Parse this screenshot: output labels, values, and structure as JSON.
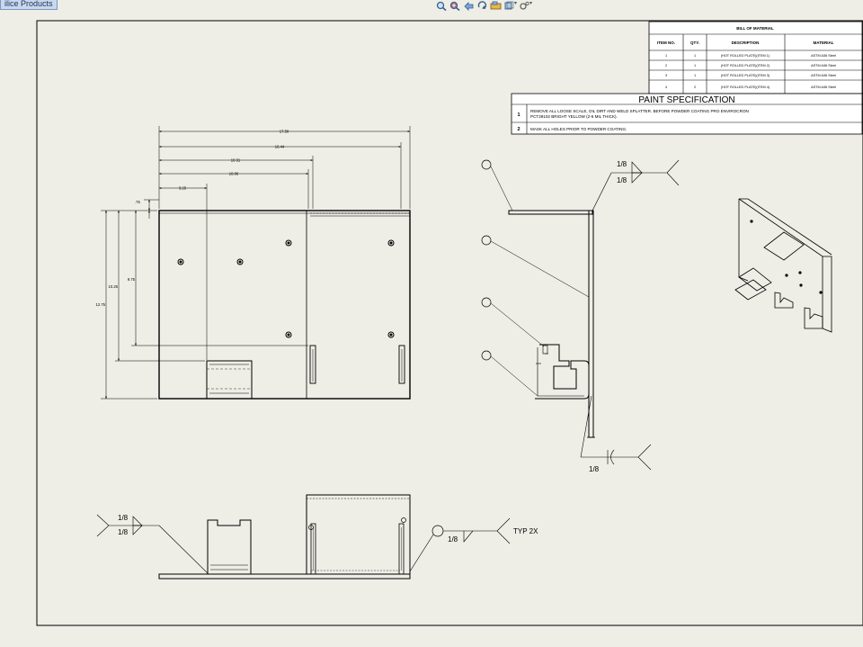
{
  "app": {
    "tab_label": "ilice Products"
  },
  "toolbar": {
    "items": [
      {
        "icon": "zoom-to-fit-icon"
      },
      {
        "icon": "zoom-to-area-icon"
      },
      {
        "icon": "previous-view-icon"
      },
      {
        "icon": "rotate-view-icon"
      },
      {
        "icon": "pan-icon"
      },
      {
        "icon": "display-style-icon"
      },
      {
        "icon": "view-settings-icon"
      }
    ]
  },
  "bom": {
    "title": "BILL OF MATERIAL",
    "headers": [
      "ITEM NO.",
      "QTY.",
      "DESCRIPTION",
      "MATERIAL"
    ],
    "rows": [
      [
        "1",
        "1",
        "(HOT ROLLED PLATE)(ITEM 1)",
        "ASTM A36 Steel"
      ],
      [
        "2",
        "1",
        "(HOT ROLLED PLATE)(ITEM 2)",
        "ASTM A36 Steel"
      ],
      [
        "3",
        "1",
        "(HOT ROLLED PLATE)(ITEM 3)",
        "ASTM A36 Steel"
      ],
      [
        "4",
        "2",
        "(HOT ROLLED PLATE)(ITEM 4)",
        "ASTM A36 Steel"
      ]
    ]
  },
  "paint": {
    "title": "PAINT SPECIFICATION",
    "rows": [
      {
        "no": "1",
        "line1": "REMOVE ALL LOOSE SCALE, OIL DIRT AND WELD SPLATTER. BEFORE POWDER COATING PRO ENVIROCRON",
        "line2": "PCT29102 BRIGHT YELLOW (2-6 MIL THICK)."
      },
      {
        "no": "2",
        "line1": "MASK ALL HOLES PRIOR TO POWDER COATING.",
        "line2": ""
      }
    ]
  },
  "dims": {
    "overall_width": "17.50",
    "width_2": "16.44",
    "width_3": "10.31",
    "width_4": "10.06",
    "width_5": "3.25",
    "small": ".75",
    "height_1": "9.75",
    "height_2": "10.25",
    "height_3": "12.75"
  },
  "welds": {
    "size": "1/8",
    "typ": "TYP 2X"
  }
}
